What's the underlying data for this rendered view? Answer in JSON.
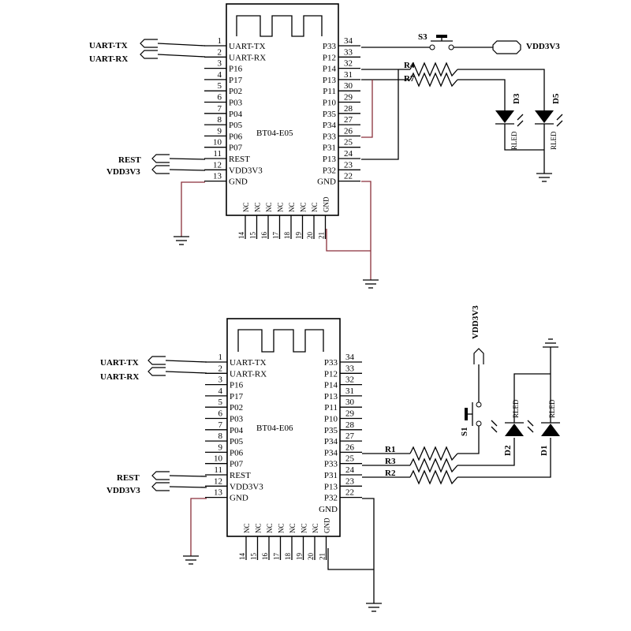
{
  "modules": [
    {
      "id": "top",
      "name": "BT04-E05",
      "left_pins": [
        {
          "num": "1",
          "name": "UART-TX"
        },
        {
          "num": "2",
          "name": "UART-RX"
        },
        {
          "num": "3",
          "name": "P16"
        },
        {
          "num": "4",
          "name": "P17"
        },
        {
          "num": "5",
          "name": "P02"
        },
        {
          "num": "6",
          "name": "P03"
        },
        {
          "num": "7",
          "name": "P04"
        },
        {
          "num": "8",
          "name": "P05"
        },
        {
          "num": "9",
          "name": "P06"
        },
        {
          "num": "10",
          "name": "P07"
        },
        {
          "num": "11",
          "name": "REST"
        },
        {
          "num": "12",
          "name": "VDD3V3"
        },
        {
          "num": "13",
          "name": "GND"
        }
      ],
      "right_pins": [
        {
          "num": "34",
          "name": "P33"
        },
        {
          "num": "33",
          "name": "P12"
        },
        {
          "num": "32",
          "name": "P14"
        },
        {
          "num": "31",
          "name": "P13"
        },
        {
          "num": "30",
          "name": "P11"
        },
        {
          "num": "29",
          "name": "P10"
        },
        {
          "num": "28",
          "name": "P35"
        },
        {
          "num": "27",
          "name": "P34"
        },
        {
          "num": "26",
          "name": "P33"
        },
        {
          "num": "25",
          "name": "P31"
        },
        {
          "num": "24",
          "name": "P13"
        },
        {
          "num": "23",
          "name": "P32"
        },
        {
          "num": "22",
          "name": "GND"
        }
      ],
      "bottom_pins": [
        {
          "num": "14",
          "name": "NC"
        },
        {
          "num": "15",
          "name": "NC"
        },
        {
          "num": "16",
          "name": "NC"
        },
        {
          "num": "17",
          "name": "NC"
        },
        {
          "num": "18",
          "name": "NC"
        },
        {
          "num": "19",
          "name": "NC"
        },
        {
          "num": "20",
          "name": "NC"
        },
        {
          "num": "21",
          "name": "GND"
        }
      ],
      "ports": {
        "tx": "UART-TX",
        "rx": "UART-RX",
        "rest": "REST",
        "vdd": "VDD3V3"
      },
      "switch": "S3",
      "vdd_label": "VDD3V3",
      "resistors": [
        "R4",
        "R7"
      ],
      "leds": [
        {
          "ref": "D3",
          "type": "RLED"
        },
        {
          "ref": "D5",
          "type": "RLED"
        }
      ]
    },
    {
      "id": "bottom",
      "name": "BT04-E06",
      "left_pins": [
        {
          "num": "1",
          "name": "UART-TX"
        },
        {
          "num": "2",
          "name": "UART-RX"
        },
        {
          "num": "3",
          "name": "P16"
        },
        {
          "num": "4",
          "name": "P17"
        },
        {
          "num": "5",
          "name": "P02"
        },
        {
          "num": "6",
          "name": "P03"
        },
        {
          "num": "7",
          "name": "P04"
        },
        {
          "num": "8",
          "name": "P05"
        },
        {
          "num": "9",
          "name": "P06"
        },
        {
          "num": "10",
          "name": "P07"
        },
        {
          "num": "11",
          "name": "REST"
        },
        {
          "num": "12",
          "name": "VDD3V3"
        },
        {
          "num": "13",
          "name": "GND"
        }
      ],
      "right_pins": [
        {
          "num": "34",
          "name": "P33"
        },
        {
          "num": "33",
          "name": "P12"
        },
        {
          "num": "32",
          "name": "P14"
        },
        {
          "num": "31",
          "name": "P13"
        },
        {
          "num": "30",
          "name": "P11"
        },
        {
          "num": "29",
          "name": "P10"
        },
        {
          "num": "28",
          "name": "P35"
        },
        {
          "num": "27",
          "name": "P34"
        },
        {
          "num": "26",
          "name": "P34"
        },
        {
          "num": "25",
          "name": "P33"
        },
        {
          "num": "24",
          "name": "P31"
        },
        {
          "num": "23",
          "name": "P13"
        },
        {
          "num": "22",
          "name": "P32"
        }
      ],
      "right_extra": {
        "num": "22",
        "name": "GND"
      },
      "bottom_pins": [
        {
          "num": "14",
          "name": "NC"
        },
        {
          "num": "15",
          "name": "NC"
        },
        {
          "num": "16",
          "name": "NC"
        },
        {
          "num": "17",
          "name": "NC"
        },
        {
          "num": "18",
          "name": "NC"
        },
        {
          "num": "19",
          "name": "NC"
        },
        {
          "num": "20",
          "name": "NC"
        },
        {
          "num": "21",
          "name": "GND"
        }
      ],
      "ports": {
        "tx": "UART-TX",
        "rx": "UART-RX",
        "rest": "REST",
        "vdd": "VDD3V3"
      },
      "switch": "S1",
      "vdd_label": "VDD3V3",
      "resistors": [
        "R1",
        "R3",
        "R2"
      ],
      "leds": [
        {
          "ref": "D2",
          "type": "RLED"
        },
        {
          "ref": "D1",
          "type": "RLED"
        }
      ]
    }
  ]
}
